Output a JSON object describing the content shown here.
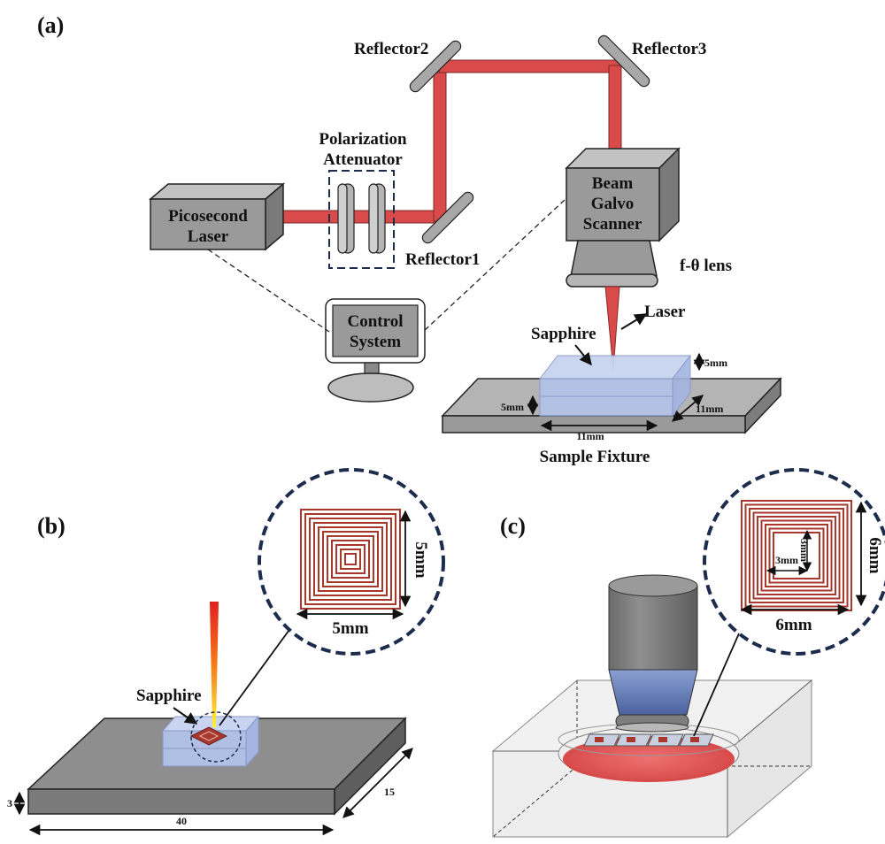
{
  "panels": {
    "a": "(a)",
    "b": "(b)",
    "c": "(c)"
  },
  "panel_a": {
    "laser": [
      "Picosecond",
      "Laser"
    ],
    "attenuator": [
      "Polarization",
      "Attenuator"
    ],
    "reflector1": "Reflector1",
    "reflector2": "Reflector2",
    "reflector3": "Reflector3",
    "scanner": [
      "Beam",
      "Galvo",
      "Scanner"
    ],
    "lens": "f-θ lens",
    "laser_beam": "Laser",
    "sapphire": "Sapphire",
    "control": [
      "Control",
      "System"
    ],
    "dim_height_right": "5mm",
    "dim_height_left": "5mm",
    "dim_depth": "11mm",
    "dim_width": "11mm",
    "fixture": "Sample Fixture"
  },
  "panel_b": {
    "sapphire": "Sapphire",
    "zoom_height": "5mm",
    "zoom_width": "5mm",
    "dim_thickness": "3",
    "dim_depth": "15",
    "dim_width": "40"
  },
  "panel_c": {
    "zoom_height": "6mm",
    "zoom_width": "6mm",
    "inner_width": "3mm",
    "inner_height": "3mm"
  },
  "colors": {
    "beam": "#d94a4a",
    "box_face": "#9a9a9a",
    "box_top": "#c2c2c2",
    "sapphire": "#b8c8ec",
    "spiral": "#a8382c",
    "dash_circle": "#1d2b4d",
    "liquid": "#e04848"
  }
}
